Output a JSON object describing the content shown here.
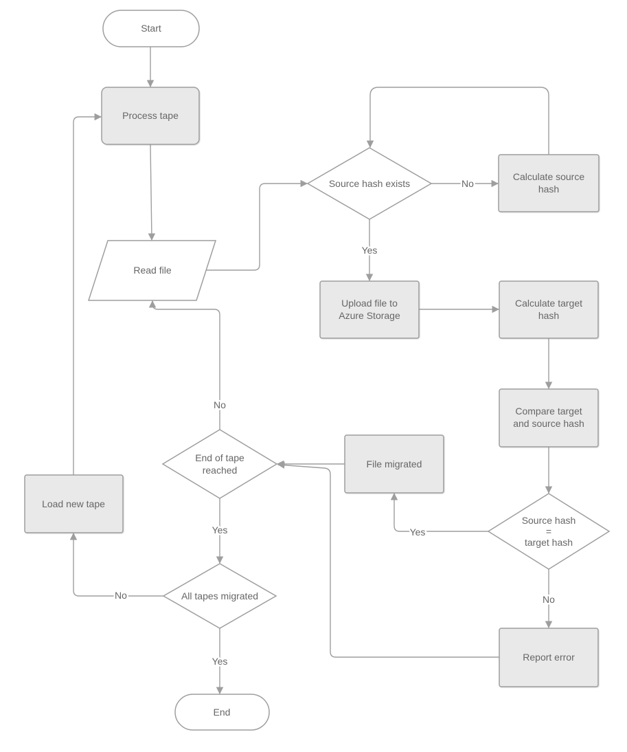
{
  "diagram": {
    "type": "flowchart",
    "background": "#ffffff",
    "colors": {
      "process_fill": "#e9e9e9",
      "decision_fill": "#ffffff",
      "terminator_fill": "#ffffff",
      "shape_stroke": "#9e9e9e",
      "edge_stroke": "#9e9e9e",
      "text": "#666666"
    },
    "nodes": {
      "start": {
        "type": "terminator",
        "label": "Start"
      },
      "process_tape": {
        "type": "process",
        "label": "Process tape"
      },
      "read_file": {
        "type": "data",
        "label": "Read file"
      },
      "source_hash_exists": {
        "type": "decision",
        "label": "Source hash exists"
      },
      "calculate_source_hash": {
        "type": "process",
        "line1": "Calculate source",
        "line2": "hash"
      },
      "upload_file": {
        "type": "process",
        "line1": "Upload file to",
        "line2": "Azure Storage"
      },
      "calculate_target_hash": {
        "type": "process",
        "line1": "Calculate target",
        "line2": "hash"
      },
      "compare_hashes": {
        "type": "process",
        "line1": "Compare target",
        "line2": "and source hash"
      },
      "hash_match": {
        "type": "decision",
        "line1": "Source hash",
        "line2": "=",
        "line3": "target hash"
      },
      "file_migrated": {
        "type": "process",
        "label": "File migrated"
      },
      "end_of_tape": {
        "type": "decision",
        "line1": "End of tape",
        "line2": "reached"
      },
      "load_new_tape": {
        "type": "process",
        "label": "Load new tape"
      },
      "all_tapes_migrated": {
        "type": "decision",
        "label": "All tapes migrated"
      },
      "report_error": {
        "type": "process",
        "label": "Report error"
      },
      "end": {
        "type": "terminator",
        "label": "End"
      }
    },
    "edge_labels": {
      "source_hash_exists_no": "No",
      "source_hash_exists_yes": "Yes",
      "end_of_tape_no": "No",
      "end_of_tape_yes": "Yes",
      "hash_match_yes": "Yes",
      "hash_match_no": "No",
      "all_tapes_no": "No",
      "all_tapes_yes": "Yes"
    }
  }
}
